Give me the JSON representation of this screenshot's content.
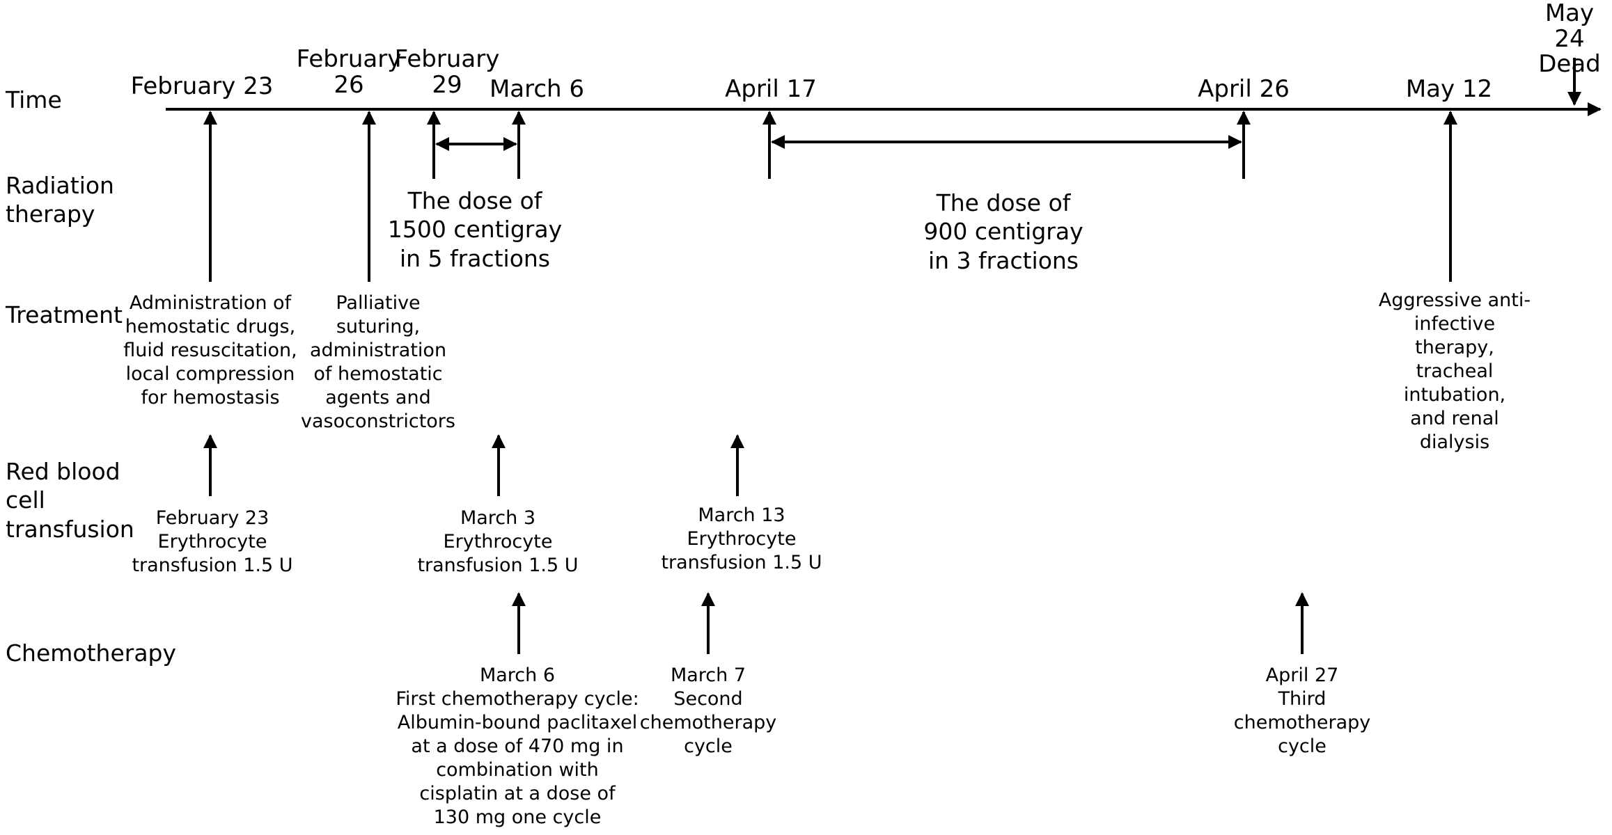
{
  "rows": {
    "time": "Time",
    "radiation": "Radiation\ntherapy",
    "treatment": "Treatment",
    "transfusion": "Red blood\ncell\ntransfusion",
    "chemotherapy": "Chemotherapy"
  },
  "dates": {
    "feb23": "February 23",
    "feb26": "February\n26",
    "feb29": "February\n29",
    "mar6": "March 6",
    "apr17": "April 17",
    "apr26": "April 26",
    "may12": "May 12",
    "may24": "May 24\nDead"
  },
  "radiation": {
    "first_dose": "The dose of\n1500 centigray\nin 5 fractions",
    "second_dose": "The dose of\n900 centigray\nin 3 fractions"
  },
  "treatment": {
    "feb23": "Administration of\nhemostatic drugs,\nfluid resuscitation,\nlocal compression\nfor hemostasis",
    "feb26": "Palliative\nsuturing,\nadministration\nof hemostatic\nagents and\nvasoconstrictors",
    "may12": "Aggressive anti-\ninfective therapy,\ntracheal intubation,\nand renal dialysis"
  },
  "transfusion": {
    "feb23": "February 23\nErythrocyte\ntransfusion 1.5 U",
    "mar3": "March 3\nErythrocyte\ntransfusion 1.5 U",
    "mar13": "March 13\nErythrocyte\ntransfusion 1.5 U"
  },
  "chemotherapy": {
    "mar6": "March 6\nFirst chemotherapy cycle:\nAlbumin-bound paclitaxel\nat a dose of 470 mg in\ncombination with\ncisplatin at a dose of\n130 mg one cycle",
    "mar7": "March 7\nSecond\nchemotherapy\ncycle",
    "apr27": "April 27\nThird\nchemotherapy\ncycle"
  }
}
